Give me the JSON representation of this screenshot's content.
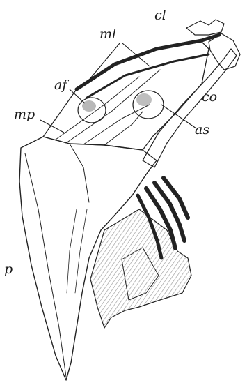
{
  "figure": {
    "labels": {
      "cl": "cl",
      "ml": "ml",
      "af": "af",
      "mp": "mp",
      "co": "co",
      "as": "as",
      "p": "p"
    }
  }
}
